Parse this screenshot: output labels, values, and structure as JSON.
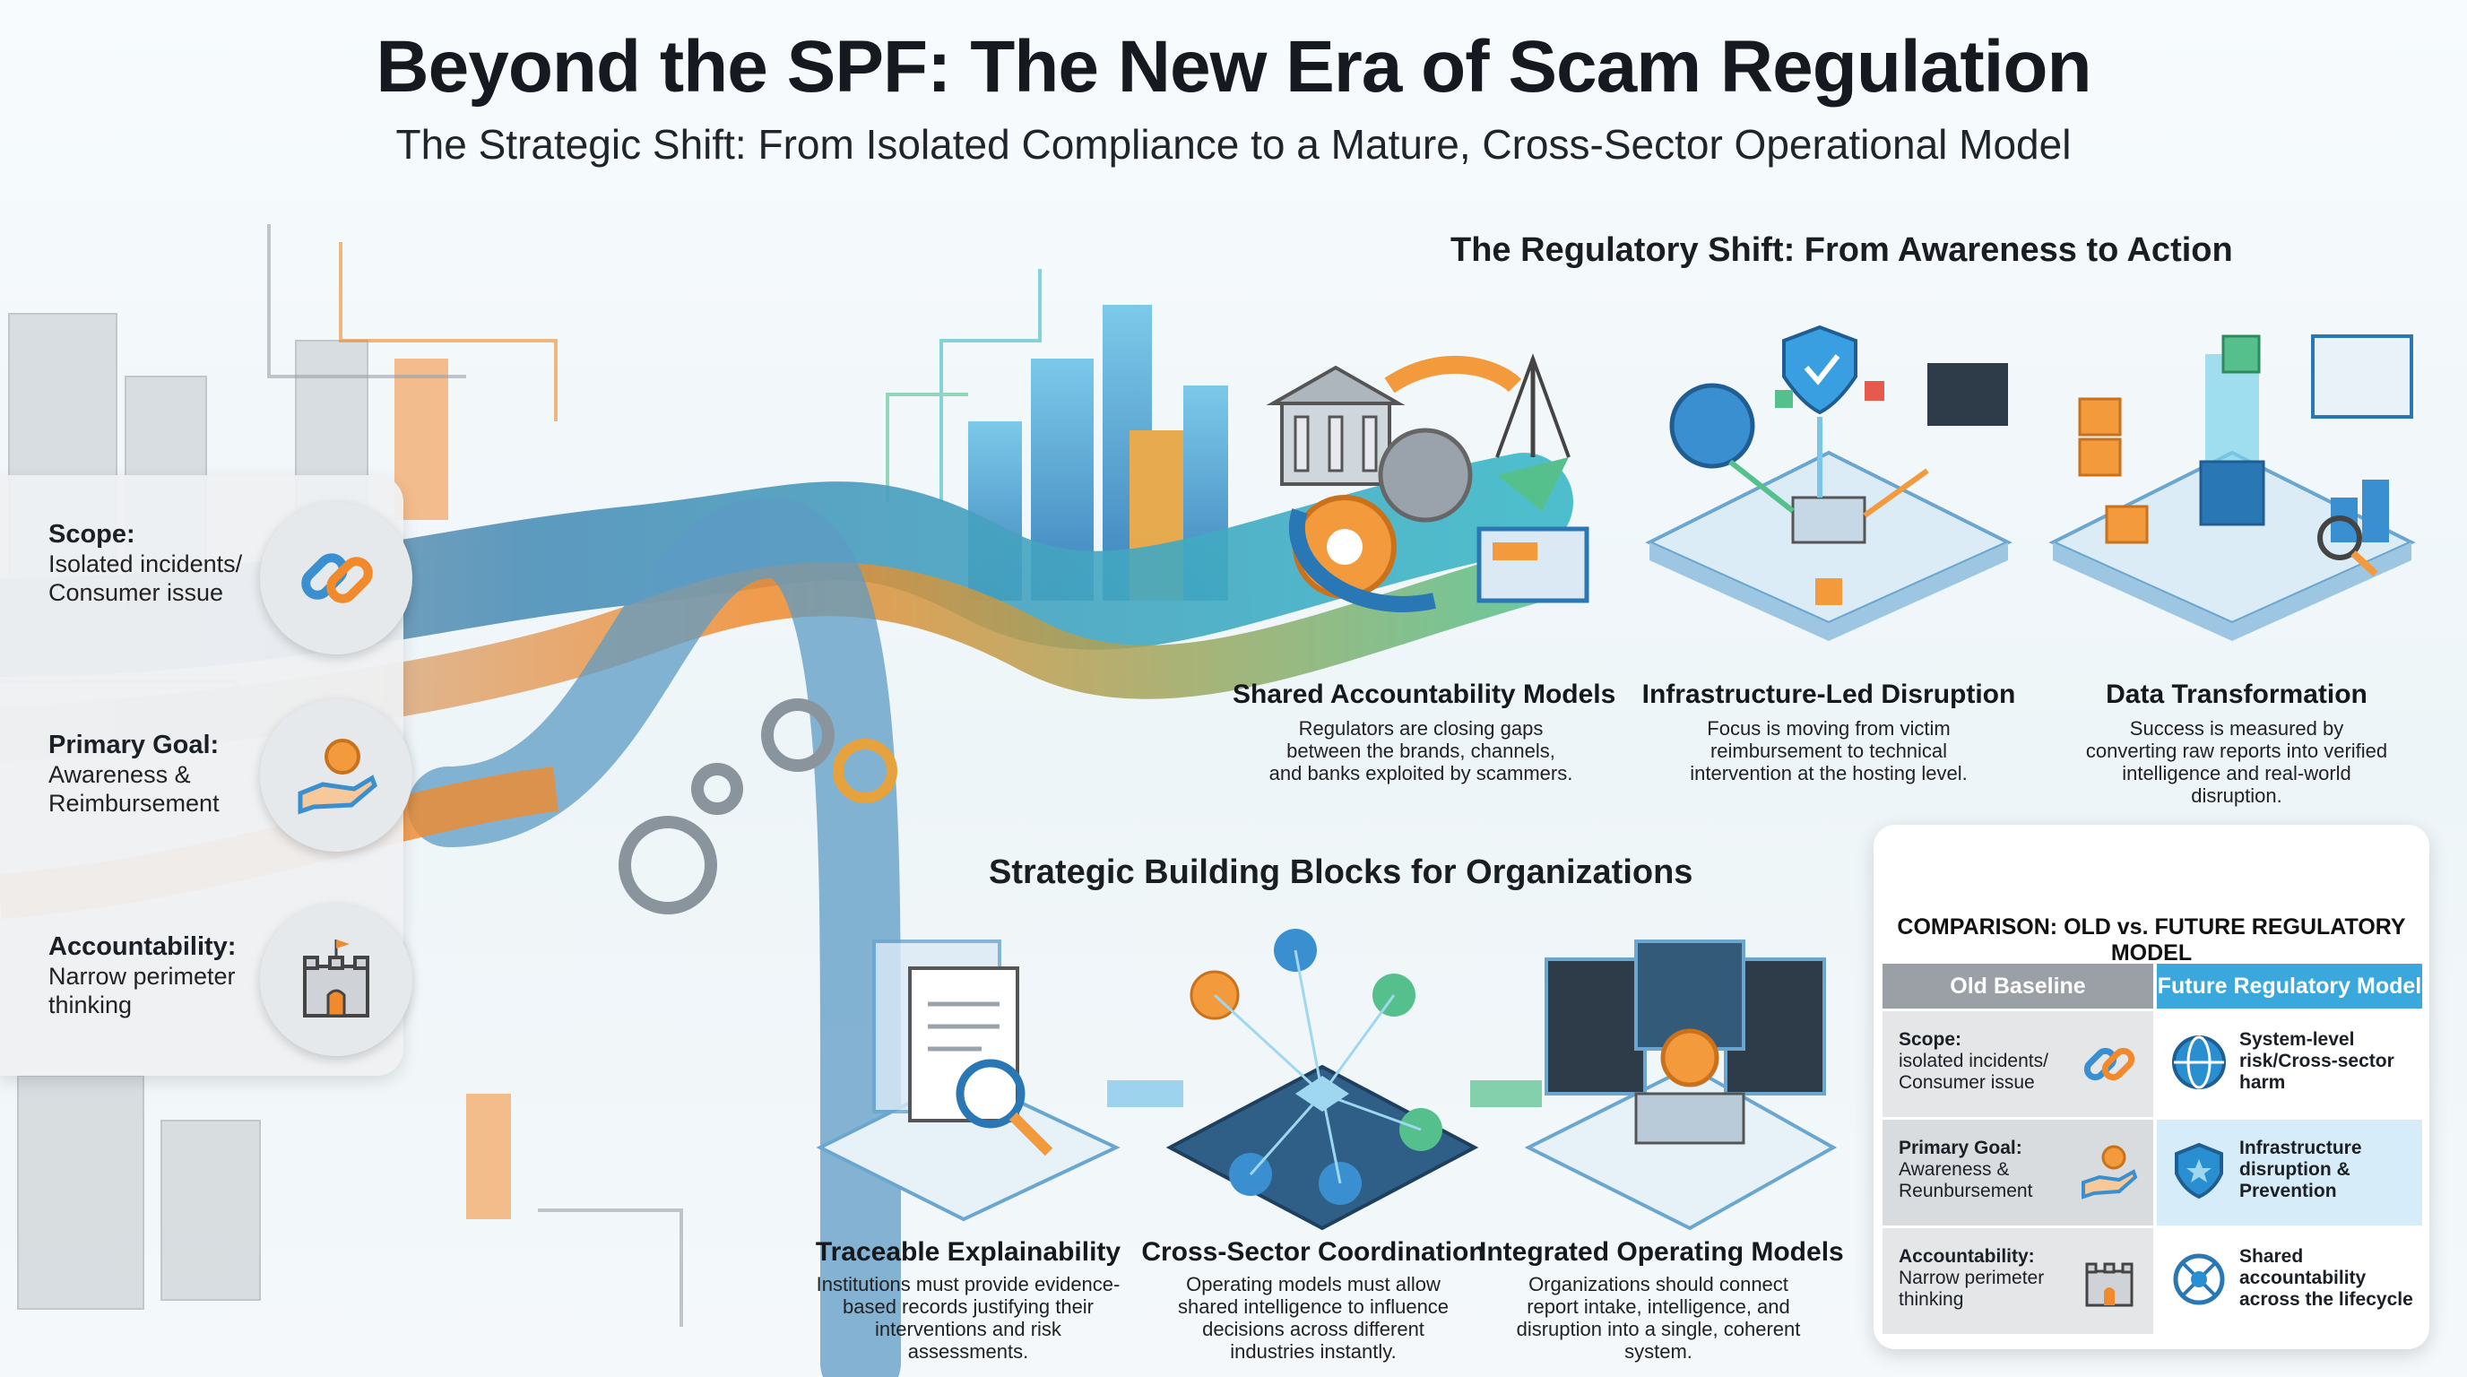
{
  "header": {
    "title": "Beyond the SPF: The New Era of Scam Regulation",
    "subtitle": "The Strategic Shift: From Isolated Compliance to a Mature, Cross-Sector Operational Model"
  },
  "left_panel": [
    {
      "label": "Scope:",
      "value": "Isolated incidents/ Consumer issue",
      "icon": "chain-link-icon"
    },
    {
      "label": "Primary Goal:",
      "value": "Awareness & Reimbursement",
      "icon": "hand-coin-icon"
    },
    {
      "label": "Accountability:",
      "value": "Narrow perimeter thinking",
      "icon": "castle-icon"
    }
  ],
  "regulatory_shift": {
    "heading": "The Regulatory Shift: From Awareness to Action",
    "cards": [
      {
        "title": "Shared Accountability Models",
        "desc": "Regulators are closing gaps between the brands, channels, and banks exploited by scammers."
      },
      {
        "title": "Infrastructure-Led Disruption",
        "desc": "Focus is moving from victim reimbursement to technical intervention at the hosting level."
      },
      {
        "title": "Data Transformation",
        "desc": "Success is measured by converting raw reports into verified intelligence and real-world disruption."
      }
    ]
  },
  "building_blocks": {
    "heading": "Strategic Building Blocks for Organizations",
    "cards": [
      {
        "title": "Traceable Explainability",
        "desc": "Institutions must provide evidence-based records justifying their interventions and risk assessments."
      },
      {
        "title": "Cross-Sector Coordination",
        "desc": "Operating models must allow shared intelligence to influence decisions across different industries instantly."
      },
      {
        "title": "Integrated Operating Models",
        "desc": "Organizations should connect report intake, intelligence, and disruption into a single, coherent system."
      }
    ]
  },
  "comparison": {
    "title": "COMPARISON: OLD vs. FUTURE REGULATORY MODEL",
    "old_header": "Old Baseline",
    "new_header": "Future Regulatory Model",
    "rows": [
      {
        "old_label": "Scope:",
        "old_value": "isolated incidents/ Consumer issue",
        "new_value": "System-level risk/Cross-sector harm"
      },
      {
        "old_label": "Primary Goal:",
        "old_value": "Awareness & Reunbursement",
        "new_value": "Infrastructure disruption & Prevention"
      },
      {
        "old_label": "Accountability:",
        "old_value": "Narrow perimeter thinking",
        "new_value": "Shared accountability across the lifecycle"
      }
    ]
  },
  "colors": {
    "accent_blue": "#3aa8dc",
    "accent_orange": "#f08a2c",
    "old_gray": "#9aa0a6",
    "teal": "#2bb3a8"
  }
}
